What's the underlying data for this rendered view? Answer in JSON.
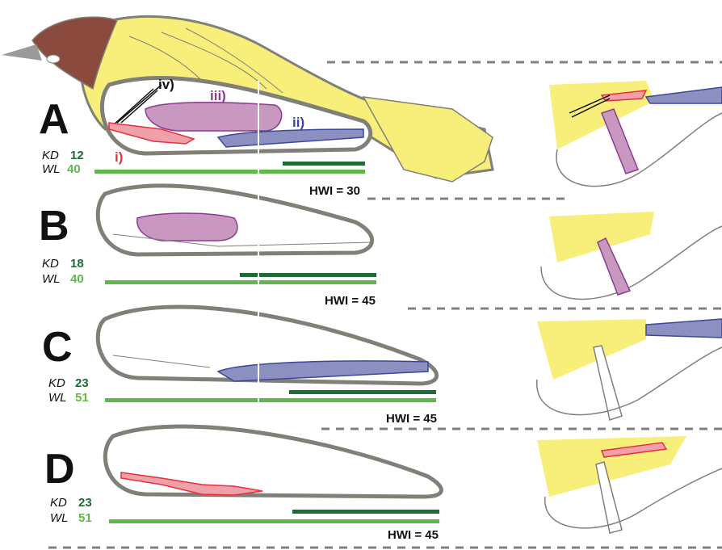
{
  "colors": {
    "yellow": "#f7ef7a",
    "brown": "#8b4a3e",
    "outline": "#808078",
    "dark_green": "#1e6b35",
    "light_green": "#5cba47",
    "red": "#e8303c",
    "blue": "#3d479a",
    "purple": "#8c3a92",
    "dash": "#808080"
  },
  "structure_labels": {
    "i": "i)",
    "ii": "ii)",
    "iii": "iii)",
    "iv": "iv)"
  },
  "panels": [
    {
      "letter": "A",
      "kd_label": "KD",
      "kd": "12",
      "wl_label": "WL",
      "wl": "40",
      "hwi": "HWI = 30"
    },
    {
      "letter": "B",
      "kd_label": "KD",
      "kd": "18",
      "wl_label": "WL",
      "wl": "40",
      "hwi": "HWI = 45"
    },
    {
      "letter": "C",
      "kd_label": "KD",
      "kd": "23",
      "wl_label": "WL",
      "wl": "51",
      "hwi": "HWI = 45"
    },
    {
      "letter": "D",
      "kd_label": "KD",
      "kd": "23",
      "wl_label": "WL",
      "wl": "51",
      "hwi": "HWI = 45"
    }
  ]
}
